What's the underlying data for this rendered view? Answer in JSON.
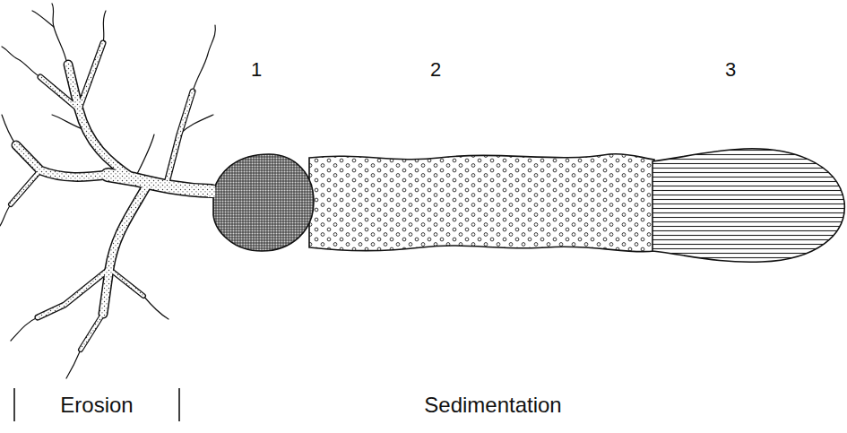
{
  "diagram": {
    "labels": [
      "1",
      "2",
      "3",
      "Erosion",
      "Sedimentation"
    ]
  }
}
